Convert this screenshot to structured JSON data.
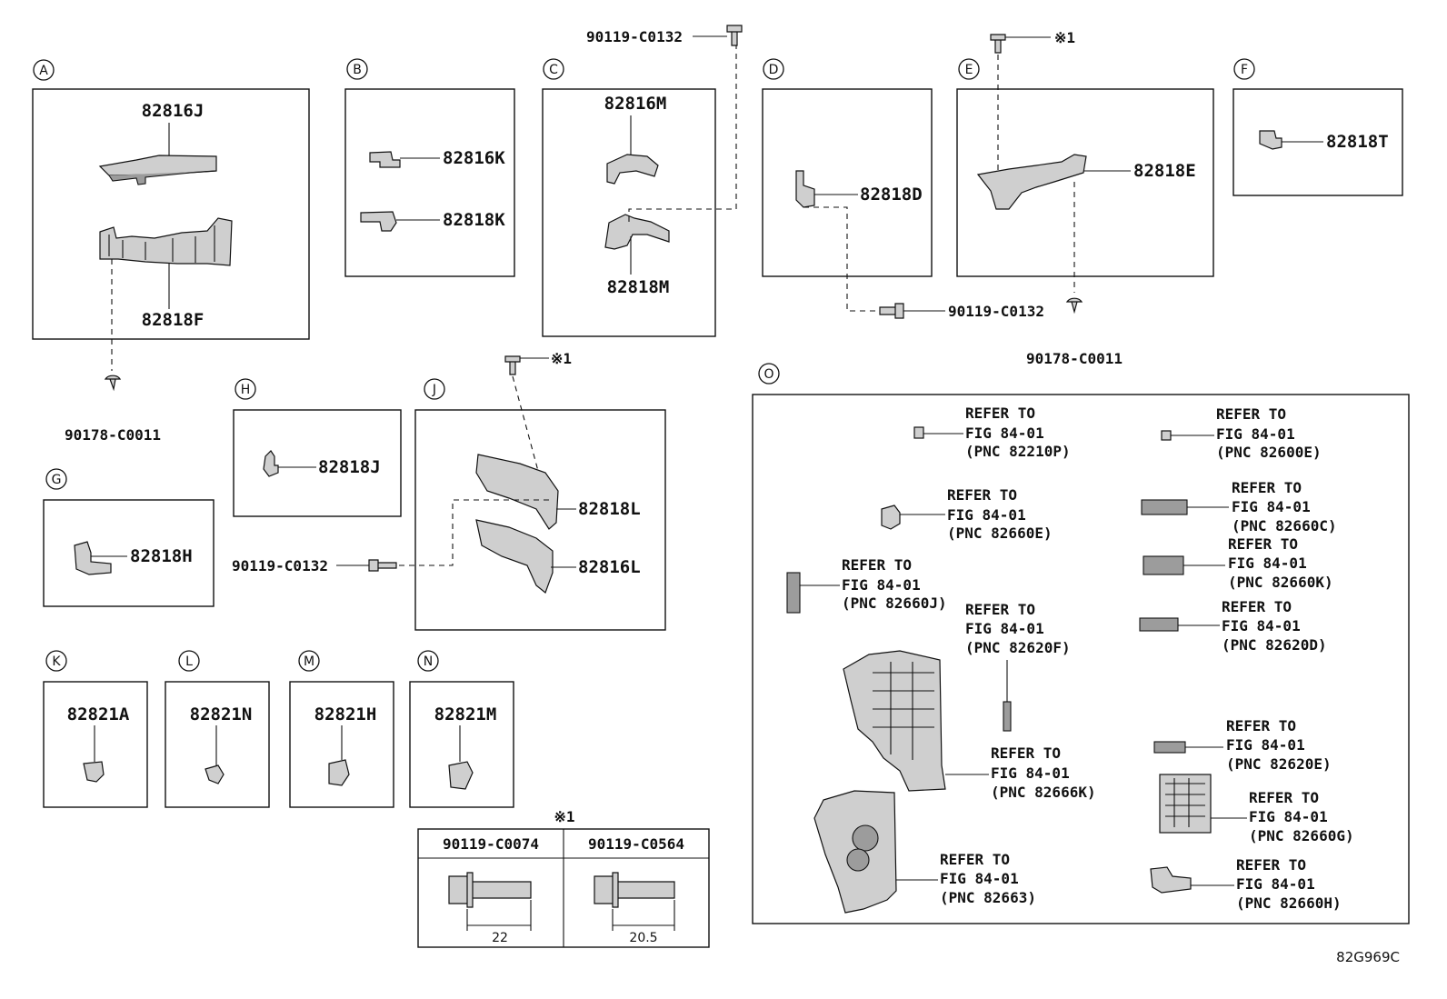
{
  "sections": {
    "A": {
      "letter": "A",
      "parts": [
        "82816J",
        "82818F"
      ]
    },
    "B": {
      "letter": "B",
      "parts": [
        "82816K",
        "82818K"
      ]
    },
    "C": {
      "letter": "C",
      "parts": [
        "82816M",
        "82818M"
      ]
    },
    "D": {
      "letter": "D",
      "parts": [
        "82818D"
      ]
    },
    "E": {
      "letter": "E",
      "parts": [
        "82818E"
      ]
    },
    "F": {
      "letter": "F",
      "parts": [
        "82818T"
      ]
    },
    "G": {
      "letter": "G",
      "parts": [
        "82818H"
      ]
    },
    "H": {
      "letter": "H",
      "parts": [
        "82818J"
      ]
    },
    "J": {
      "letter": "J",
      "parts": [
        "82818L",
        "82816L"
      ]
    },
    "K": {
      "letter": "K",
      "parts": [
        "82821A"
      ]
    },
    "L": {
      "letter": "L",
      "parts": [
        "82821N"
      ]
    },
    "M": {
      "letter": "M",
      "parts": [
        "82821H"
      ]
    },
    "N": {
      "letter": "N",
      "parts": [
        "82821M"
      ]
    },
    "O": {
      "letter": "O"
    }
  },
  "fasteners": {
    "c_screw": "90119-C0132",
    "e_bolt_note": "※1",
    "a_clip": "90178-C0011",
    "d_screw": "90119-C0132",
    "e_clip": "90178-C0011",
    "j_bolt_note": "※1",
    "j_screw": "90119-C0132"
  },
  "note_table": {
    "marker": "※1",
    "columns": [
      {
        "part": "90119-C0074",
        "length": "22"
      },
      {
        "part": "90119-C0564",
        "length": "20.5"
      }
    ]
  },
  "refers": [
    {
      "line1": "REFER TO",
      "line2": "FIG 84-01",
      "line3": "(PNC 82210P)"
    },
    {
      "line1": "REFER TO",
      "line2": "FIG 84-01",
      "line3": "(PNC 82600E)"
    },
    {
      "line1": "REFER TO",
      "line2": "FIG 84-01",
      "line3": "(PNC 82660E)"
    },
    {
      "line1": "REFER TO",
      "line2": "FIG 84-01",
      "line3": "(PNC 82660C)"
    },
    {
      "line1": "REFER TO",
      "line2": "FIG 84-01",
      "line3": "(PNC 82660K)"
    },
    {
      "line1": "REFER TO",
      "line2": "FIG 84-01",
      "line3": "(PNC 82660J)"
    },
    {
      "line1": "REFER TO",
      "line2": "FIG 84-01",
      "line3": "(PNC 82620F)"
    },
    {
      "line1": "REFER TO",
      "line2": "FIG 84-01",
      "line3": "(PNC 82620D)"
    },
    {
      "line1": "REFER TO",
      "line2": "FIG 84-01",
      "line3": "(PNC 82666K)"
    },
    {
      "line1": "REFER TO",
      "line2": "FIG 84-01",
      "line3": "(PNC 82620E)"
    },
    {
      "line1": "REFER TO",
      "line2": "FIG 84-01",
      "line3": "(PNC 82660G)"
    },
    {
      "line1": "REFER TO",
      "line2": "FIG 84-01",
      "line3": "(PNC 82663)"
    },
    {
      "line1": "REFER TO",
      "line2": "FIG 84-01",
      "line3": "(PNC 82660H)"
    }
  ],
  "diagram_code": "82G969C"
}
